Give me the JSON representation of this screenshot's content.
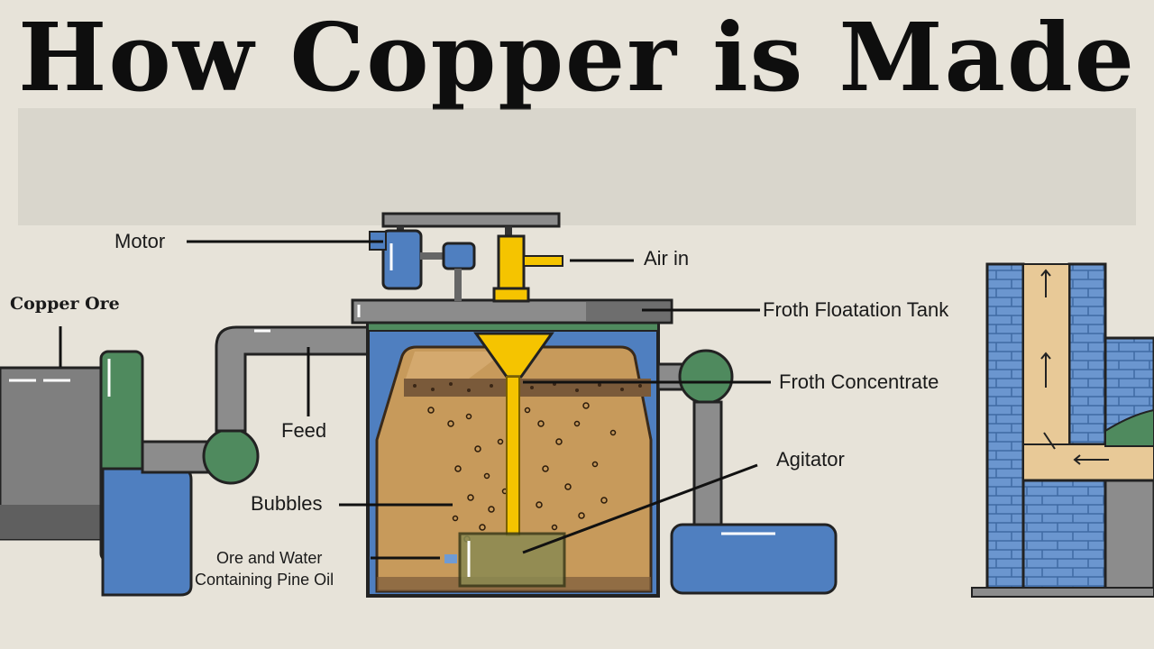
{
  "title": "How Copper is Made",
  "labels": {
    "copper_ore": "Copper Ore",
    "motor": "Motor",
    "air_in": "Air in",
    "froth_floatation_tank": "Froth Floatation Tank",
    "froth_concentrate": "Froth Concentrate",
    "feed": "Feed",
    "agitator": "Agitator",
    "bubbles": "Bubbles",
    "ore_and_water_line1": "Ore and Water",
    "ore_and_water_line2": "Containing  Pine Oil"
  },
  "colors": {
    "background": "#e7e3d9",
    "tank_blue": "#4f7fc0",
    "pipe_gray": "#8c8c8c",
    "valve_green": "#4f8a5e",
    "slurry_tan": "#c79a5b",
    "froth_brown": "#7a5a3a",
    "agitator_yellow": "#f5c400",
    "brick_blue": "#6b96cf"
  }
}
